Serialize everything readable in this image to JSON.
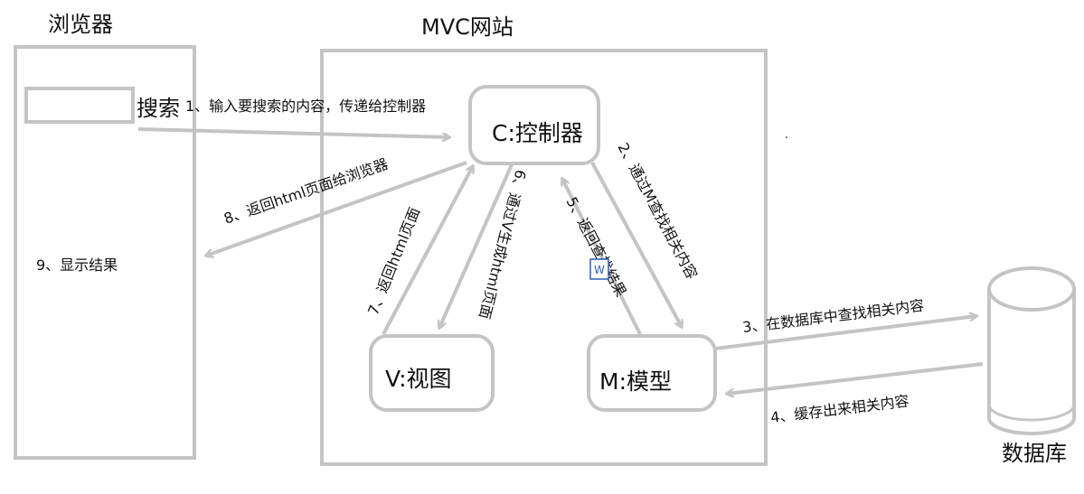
{
  "titles": {
    "browser": "浏览器",
    "site": "MVC网站",
    "database": "数据库"
  },
  "nodes": {
    "search_word": "搜索",
    "controller": "C:控制器",
    "view": "V:视图",
    "model": "M:模型"
  },
  "steps": {
    "s1": "1、输入要搜索的内容，传递给控制器",
    "s2": "2、通过M查找相关内容",
    "s3": "3、在数据库中查找相关内容",
    "s4": "4、缓存出来相关内容",
    "s5": "5、返回查找结果",
    "s6": "6、通过V生成html页面",
    "s7": "7、返回html页面",
    "s8": "8、返回html页面给浏览器",
    "s9": "9、显示结果"
  },
  "icons": {
    "word_icon": "W"
  },
  "colors": {
    "stroke": "#c4c4c4",
    "text": "#111111",
    "word_icon_bg": "#2b5fb4"
  }
}
